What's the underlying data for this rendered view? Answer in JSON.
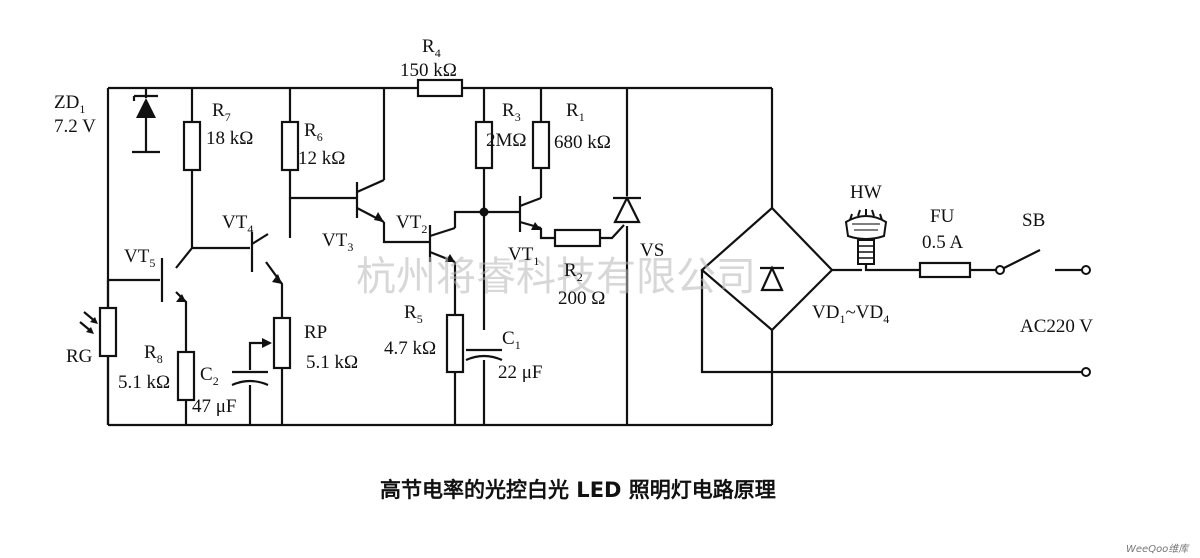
{
  "title": "高节电率的光控白光 LED 照明灯电路原理",
  "watermark": "杭州将睿科技有限公司",
  "site_logo": "WeeQoo维库",
  "labels": {
    "zd1_name": "ZD",
    "zd1_sub": "1",
    "zd1_value": "7.2 V",
    "r7_name": "R",
    "r7_sub": "7",
    "r7_value": "18 kΩ",
    "r6_name": "R",
    "r6_sub": "6",
    "r6_value": "12 kΩ",
    "r4_name": "R",
    "r4_sub": "4",
    "r4_value": "150 kΩ",
    "r3_name": "R",
    "r3_sub": "3",
    "r3_value": "2MΩ",
    "r1_name": "R",
    "r1_sub": "1",
    "r1_value": "680 kΩ",
    "vt5_name": "VT",
    "vt5_sub": "5",
    "vt4_name": "VT",
    "vt4_sub": "4",
    "vt3_name": "VT",
    "vt3_sub": "3",
    "vt2_name": "VT",
    "vt2_sub": "2",
    "vt1_name": "VT",
    "vt1_sub": "1",
    "r2_name": "R",
    "r2_sub": "2",
    "r2_value": "200 Ω",
    "vs_name": "VS",
    "rg_name": "RG",
    "r8_name": "R",
    "r8_sub": "8",
    "r8_value": "5.1 kΩ",
    "c2_name": "C",
    "c2_sub": "2",
    "c2_value": "47 μF",
    "rp_name": "RP",
    "rp_value": "5.1 kΩ",
    "r5_name": "R",
    "r5_sub": "5",
    "r5_value": "4.7 kΩ",
    "c1_name": "C",
    "c1_sub": "1",
    "c1_value": "22 μF",
    "hw_name": "HW",
    "fu_name": "FU",
    "fu_value": "0.5 A",
    "sb_name": "SB",
    "bridge_name_a": "VD",
    "bridge_sub_a": "1",
    "bridge_tilde": "~VD",
    "bridge_sub_b": "4",
    "ac_label": "AC220 V"
  }
}
